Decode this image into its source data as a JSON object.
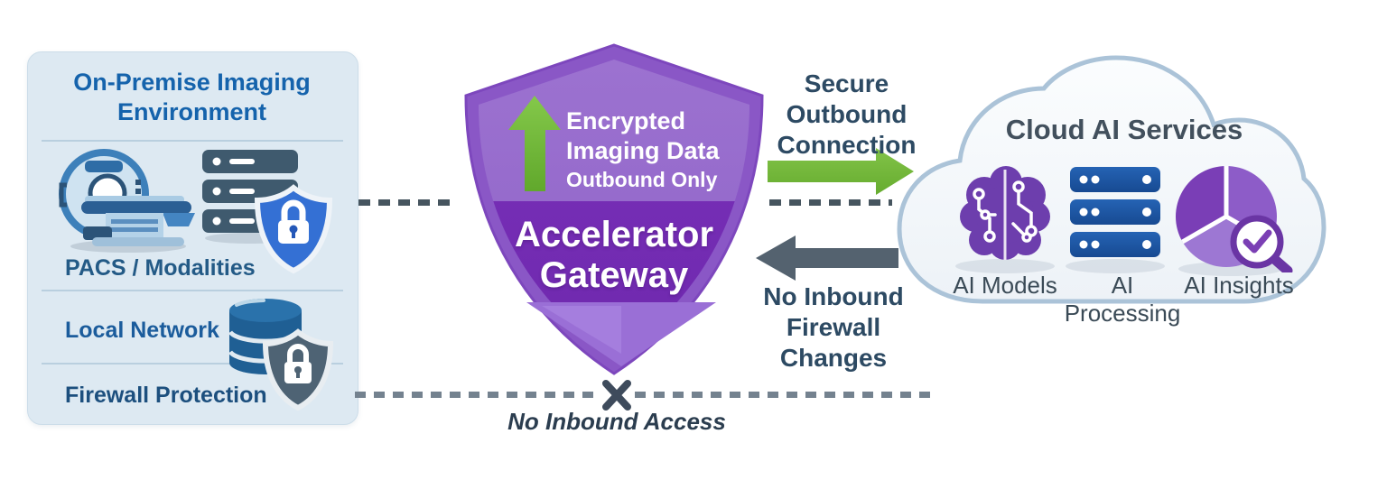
{
  "on_premise": {
    "title": "On-Premise Imaging Environment",
    "pacs_label": "PACS / Modalities",
    "local_network_label": "Local Network",
    "firewall_label": "Firewall Protection"
  },
  "gateway": {
    "data_line1": "Encrypted",
    "data_line2": "Imaging Data",
    "data_line3": "Outbound Only",
    "name_line1": "Accelerator",
    "name_line2": "Gateway"
  },
  "flows": {
    "outbound_line1": "Secure Outbound",
    "outbound_line2": "Connection",
    "inbound_line1": "No Inbound",
    "inbound_line2": "Firewall Changes",
    "no_inbound_access": "No Inbound Access"
  },
  "cloud": {
    "title": "Cloud AI Services",
    "services": [
      "AI Models",
      "AI Processing",
      "AI Insights"
    ]
  },
  "colors": {
    "panel_bg": "#dde9f2",
    "accent_blue": "#1563ac",
    "navy_label": "#1c5089",
    "shield_rim": "#8a57c6",
    "shield_top_purple": "#9569cb",
    "shield_band_purple": "#7430b5",
    "secure_green": "#74b83b",
    "slate_arrow": "#54626f",
    "slate_text": "#2d4a63",
    "cloud_border": "#abc3d8"
  }
}
